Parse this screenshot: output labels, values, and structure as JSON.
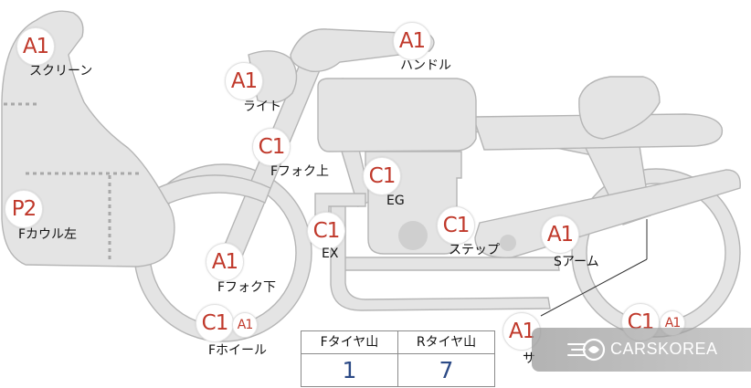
{
  "parts": {
    "screen": {
      "grade": "A1",
      "label": "スクリーン"
    },
    "light": {
      "grade": "A1",
      "label": "ライト"
    },
    "handle": {
      "grade": "A1",
      "label": "ハンドル"
    },
    "fork_upper": {
      "grade": "C1",
      "label": "Fフォク上"
    },
    "engine": {
      "grade": "C1",
      "label": "EG"
    },
    "cowl_left": {
      "grade": "P2",
      "label": "Fカウル左"
    },
    "exhaust": {
      "grade": "C1",
      "label": "EX"
    },
    "step": {
      "grade": "C1",
      "label": "ステップ"
    },
    "swingarm": {
      "grade": "A1",
      "label": "Sアーム"
    },
    "fork_lower": {
      "grade": "A1",
      "label": "Fフォク下"
    },
    "front_wheel": {
      "grade": "C1",
      "grade2": "A1",
      "label": "Fホイール"
    },
    "rear_left": {
      "grade": "A1",
      "label": "サ"
    },
    "rear_wheel": {
      "grade": "C1",
      "grade2": "A1"
    }
  },
  "tire_table": {
    "front_header": "Fタイヤ山",
    "rear_header": "Rタイヤ山",
    "front_value": "1",
    "rear_value": "7"
  },
  "watermark": {
    "text": "CARSKOREA",
    "icon": "carskorea-logo-icon"
  },
  "colors": {
    "grade_text": "#c0392b",
    "body_fill": "#e4e4e4",
    "outline": "#b5b5b5",
    "table_value": "#2c4a86"
  }
}
